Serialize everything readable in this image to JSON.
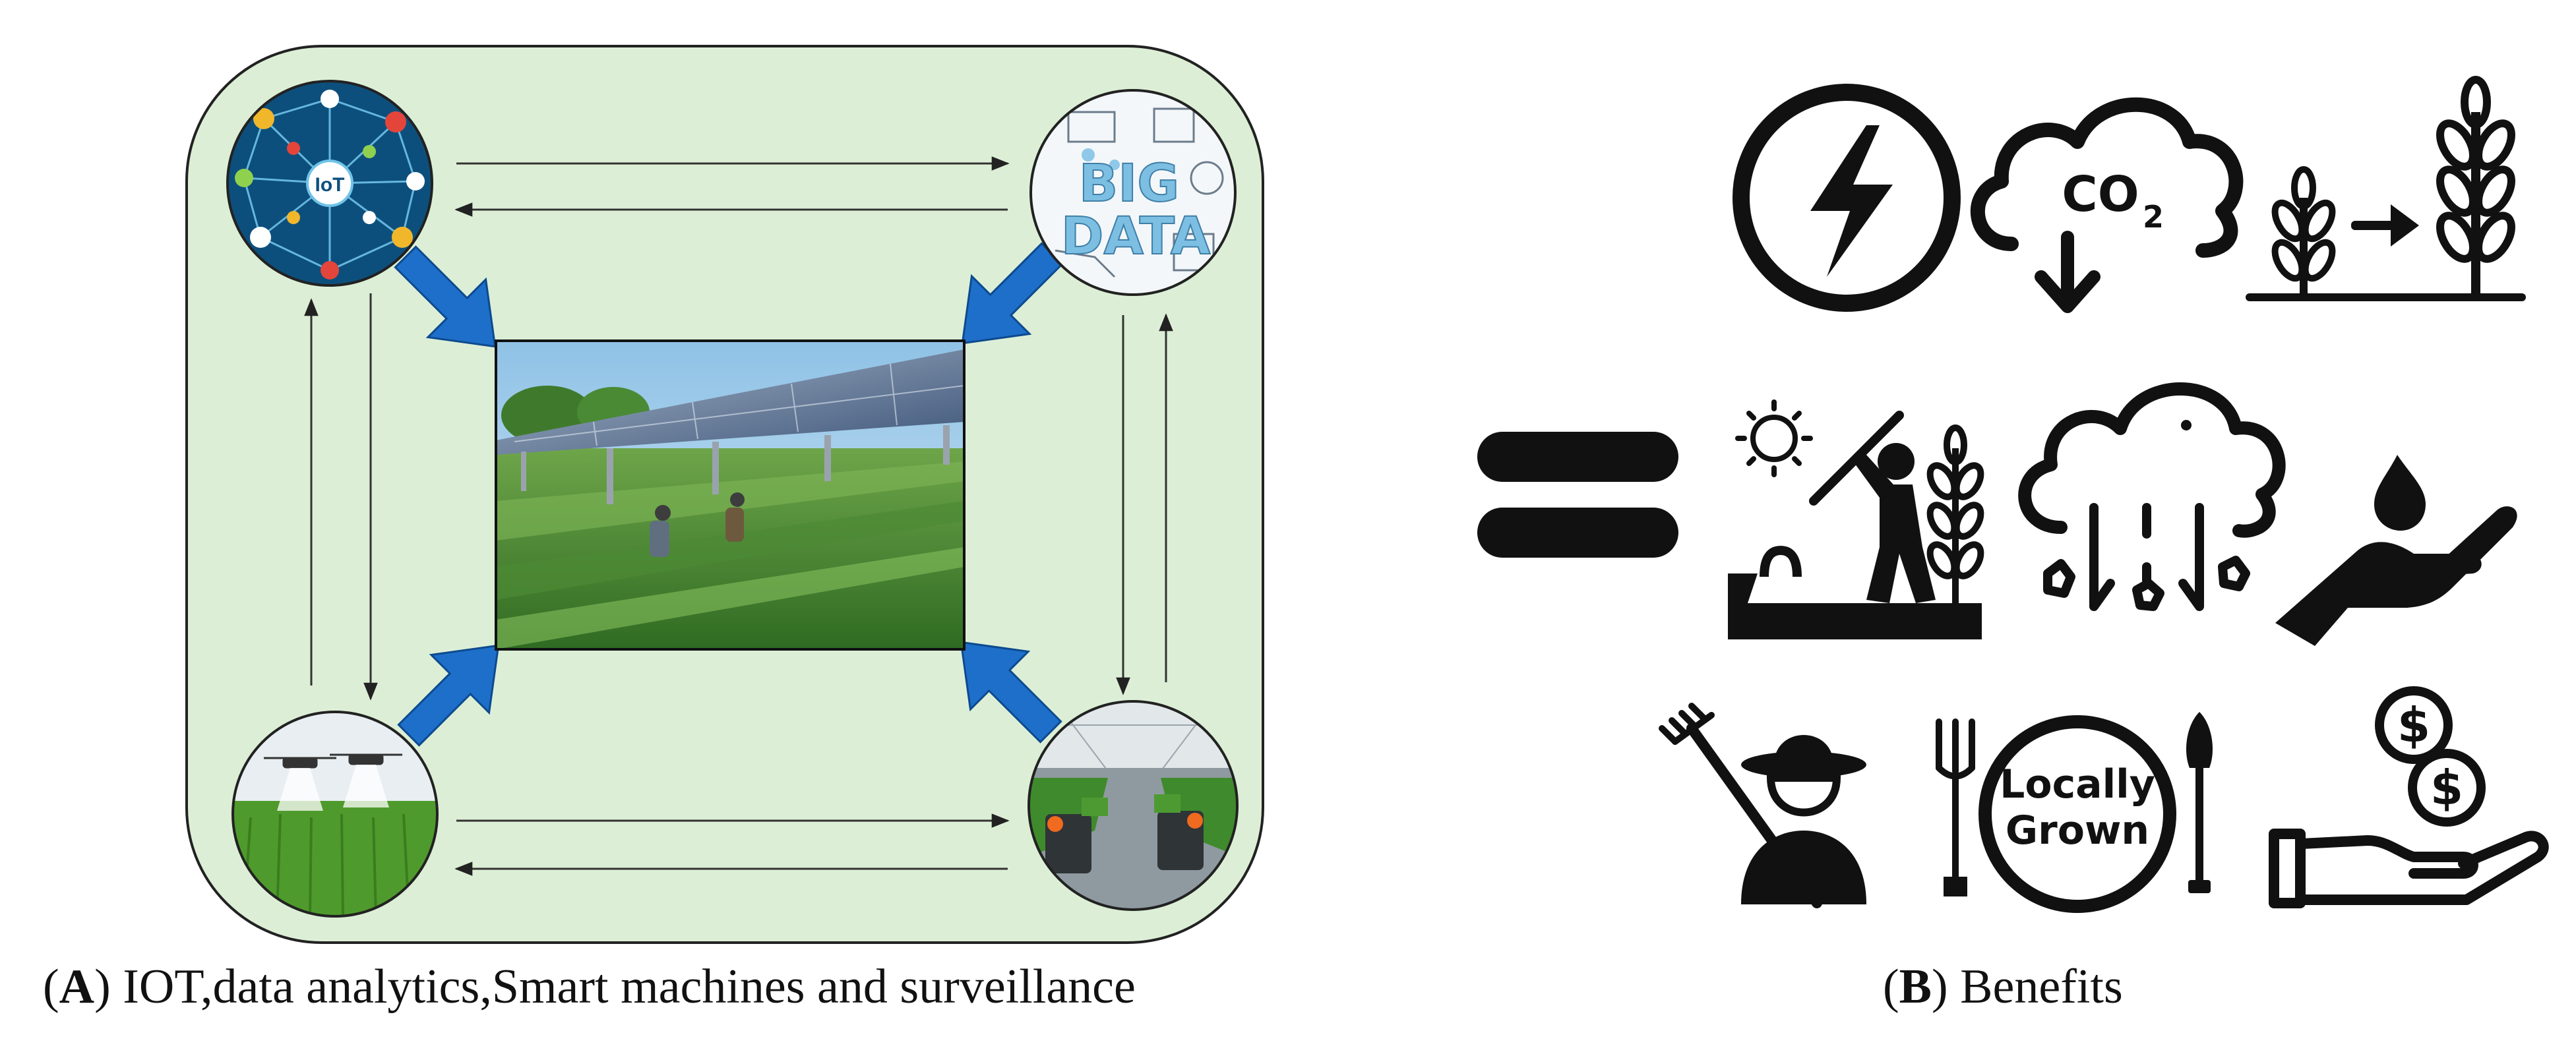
{
  "panel_a": {
    "caption_letter": "A",
    "caption_text": "IOT,data analytics,Smart machines and surveillance",
    "nodes": [
      {
        "name": "iot",
        "label": "IoT"
      },
      {
        "name": "big-data",
        "label_line1": "BIG",
        "label_line2": "DATA"
      },
      {
        "name": "drone-irrigation"
      },
      {
        "name": "greenhouse-robots"
      }
    ],
    "center_image": {
      "subject": "agrivoltaic farm with solar panels"
    },
    "colors": {
      "background": "#dcefd6",
      "arrow": "#1e6fc9",
      "border": "#222222"
    }
  },
  "panel_b": {
    "caption_letter": "B",
    "caption_text": "Benefits",
    "icons": [
      {
        "name": "energy-icon"
      },
      {
        "name": "co2-reduction-icon",
        "label": "CO",
        "subscript": "2"
      },
      {
        "name": "crop-growth-icon"
      },
      {
        "name": "equals-icon"
      },
      {
        "name": "farming-labor-icon"
      },
      {
        "name": "cloud-seeding-icon"
      },
      {
        "name": "water-saving-icon"
      },
      {
        "name": "farmer-icon"
      },
      {
        "name": "locally-grown-icon",
        "label_line1": "Locally",
        "label_line2": "Grown"
      },
      {
        "name": "money-in-hand-icon",
        "symbol": "$"
      }
    ]
  }
}
